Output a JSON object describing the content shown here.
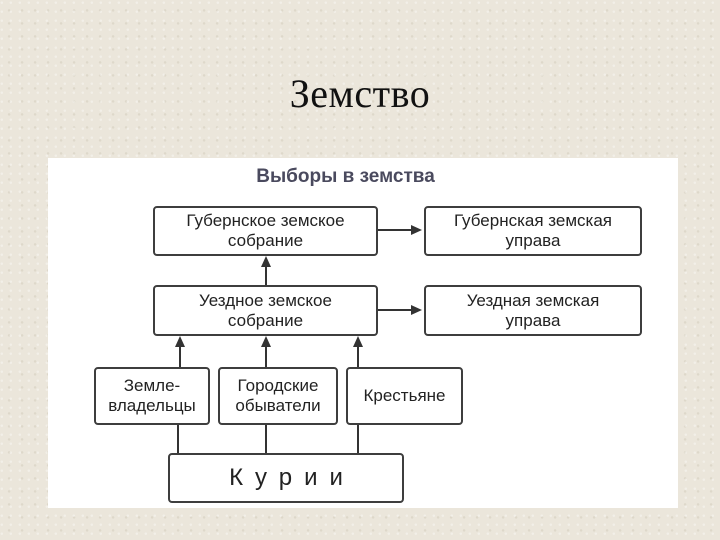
{
  "slide": {
    "title": "Земство"
  },
  "diagram": {
    "title": "Выборы в земства",
    "boxes": {
      "gubernskoe_sobranie": {
        "line1": "Губернское земское",
        "line2": "собрание"
      },
      "gubernskaya_uprava": {
        "line1": "Губернская земская",
        "line2": "управа"
      },
      "uezdnoe_sobranie": {
        "line1": "Уездное земское",
        "line2": "собрание"
      },
      "uezdnaya_uprava": {
        "line1": "Уездная земская",
        "line2": "управа"
      },
      "zemlevladeltsy": {
        "line1": "Земле-",
        "line2": "владельцы"
      },
      "gorodskie": {
        "line1": "Городские",
        "line2": "обыватели"
      },
      "krestyane": {
        "line1": "Крестьяне"
      },
      "kurii": {
        "line1": "Курии"
      }
    }
  }
}
